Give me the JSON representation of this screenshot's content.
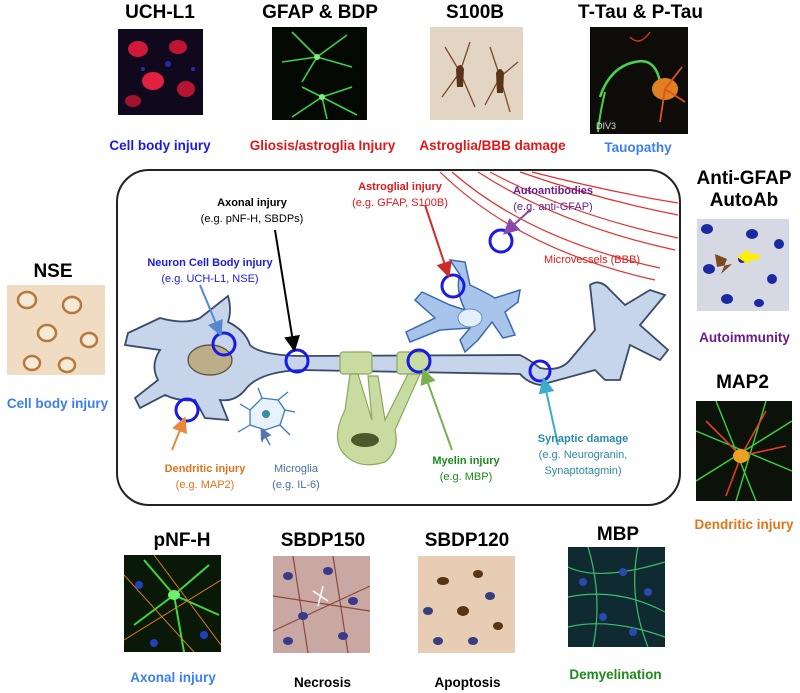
{
  "colors": {
    "blue": "#1a1ae6",
    "lightblue": "#3d7ef0",
    "red": "#e01818",
    "purple": "#6b1d8a",
    "orange": "#e0741a",
    "green": "#1c8a1c",
    "teal": "#2a8aa8",
    "steel": "#4a6fa5"
  },
  "top_panels": [
    {
      "title": "UCH-L1",
      "caption": "Cell body injury",
      "caption_color": "#1a1ae6"
    },
    {
      "title": "GFAP & BDP",
      "caption": "Gliosis/astroglia Injury",
      "caption_color": "#e01818"
    },
    {
      "title": "S100B",
      "caption": "Astroglia/BBB damage",
      "caption_color": "#e01818"
    },
    {
      "title": "T-Tau & P-Tau",
      "caption": "Tauopathy",
      "caption_color": "#3d7ef0",
      "image_text": "DIV3"
    }
  ],
  "left_panel": {
    "title": "NSE",
    "caption": "Cell body injury",
    "caption_color": "#3d7ef0"
  },
  "right_panels": [
    {
      "title_line1": "Anti-GFAP",
      "title_line2": "AutoAb",
      "caption": "Autoimmunity",
      "caption_color": "#6b1d8a"
    },
    {
      "title": "MAP2",
      "caption": "Dendritic injury",
      "caption_color": "#e0741a"
    }
  ],
  "bottom_panels": [
    {
      "title": "pNF-H",
      "caption": "Axonal injury",
      "caption_color": "#3d7ef0"
    },
    {
      "title": "SBDP150",
      "caption": "Necrosis",
      "caption_color": "#000000"
    },
    {
      "title": "SBDP120",
      "caption": "Apoptosis",
      "caption_color": "#000000"
    },
    {
      "title": "MBP",
      "caption": "Demyelination",
      "caption_color": "#1c8a1c"
    }
  ],
  "diagram_labels": {
    "axonal": {
      "line1": "Axonal injury",
      "line2": "(e.g. pNF-H, SBDPs)"
    },
    "astroglial": {
      "line1": "Astroglial injury",
      "line2": "(e.g. GFAP, S100B)"
    },
    "autoantibodies": {
      "line1": "Autoantibodies",
      "line2": "(e.g. anti-GFAP)"
    },
    "microvessels": "Microvessels  (BBB)",
    "neuron_cell_body": {
      "line1": "Neuron Cell Body injury",
      "line2": "(e.g. UCH-L1, NSE)"
    },
    "dendritic": {
      "line1": "Dendritic injury",
      "line2": "(e.g. MAP2)"
    },
    "microglia": {
      "line1": "Microglia",
      "line2": "(e.g. IL-6)"
    },
    "myelin": {
      "line1": "Myelin injury",
      "line2": "(e.g. MBP)"
    },
    "synaptic": {
      "line1": "Synaptic damage",
      "line2": "(e.g. Neurogranin,",
      "line3": "Synaptotagmin)"
    }
  }
}
